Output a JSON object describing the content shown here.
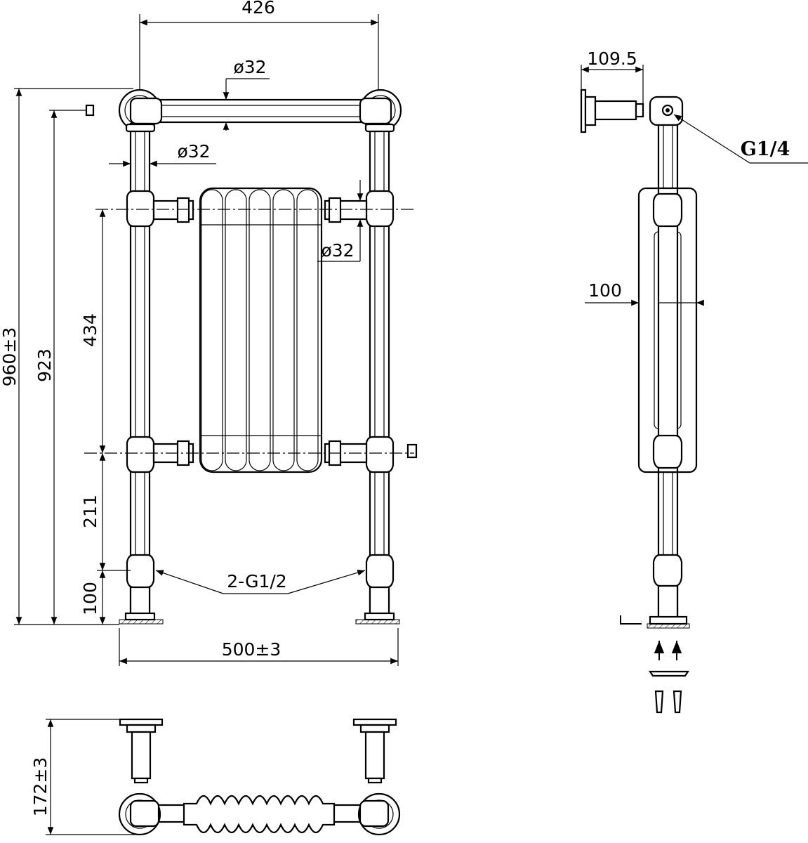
{
  "dimensions": {
    "top_width": "426",
    "top_rail_diameter": "ø32",
    "upright_diameter": "ø32",
    "right_pipe_diameter": "ø32",
    "overall_height": "960±3",
    "height_923": "923",
    "radiator_centers": "434",
    "lower_gap": "211",
    "bottom_valve": "100",
    "overall_width": "500±3",
    "wall_depth": "109.5",
    "thread_g14": "G1/4",
    "radiator_depth": "100",
    "inlet_threads": "2-G1/2",
    "top_view_depth": "172±3"
  }
}
